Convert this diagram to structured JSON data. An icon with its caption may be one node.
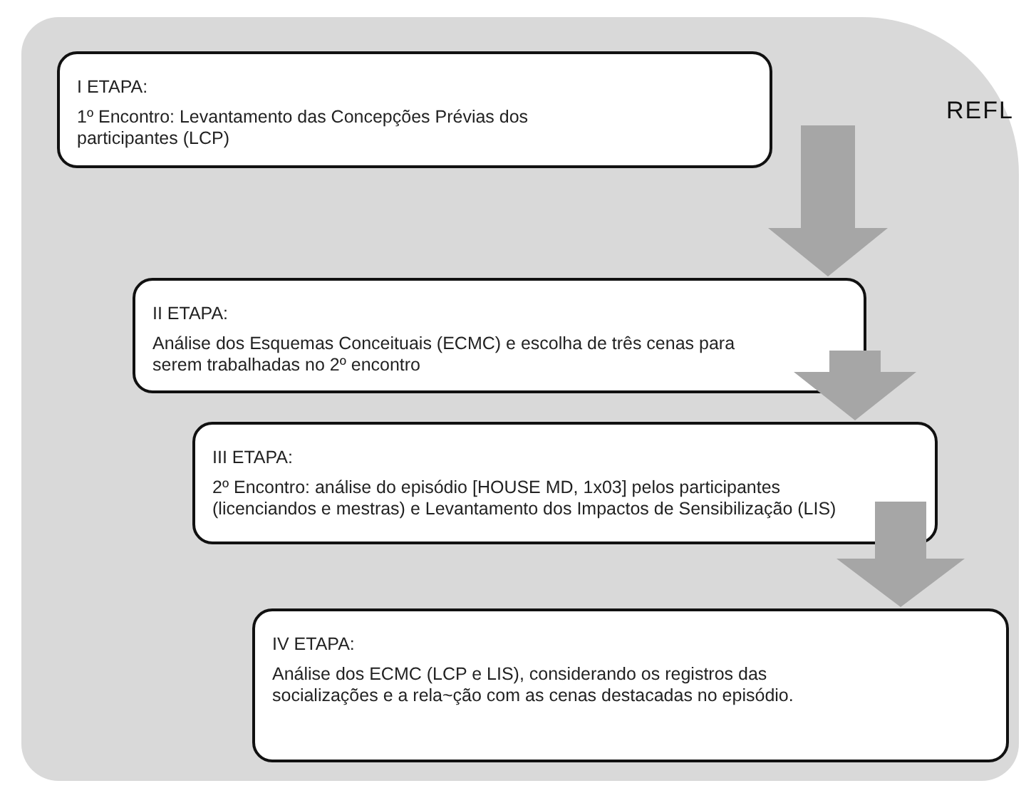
{
  "diagram": {
    "nodes": [
      {
        "text": [
          "I ETAPA:",
          "1º Encontro: Levantamento das Concepções Prévias dos participantes (LCP)"
        ]
      },
      {
        "text": [
          "II ETAPA:",
          "Análise dos Esquemas Conceituais (ECMC) e escolha de três cenas para serem trabalhadas no 2º encontro"
        ]
      },
      {
        "text": [
          "III ETAPA:",
          "2º Encontro: análise do episódio [HOUSE MD, 1x03] pelos participantes (licenciandos e mestras) e Levantamento dos Impactos de Sensibilização (LIS)"
        ]
      },
      {
        "text": [
          "IV ETAPA:",
          "Análise dos ECMC (LCP e LIS), considerando os registros das  socializações e a rela~ção com as cenas destacadas no episódio."
        ]
      }
    ],
    "edges": [
      {
        "from": 0,
        "to": 1,
        "arrow": "to"
      },
      {
        "from": 1,
        "to": 2,
        "arrow": "to"
      },
      {
        "from": 2,
        "to": 3,
        "arrow": "to"
      }
    ],
    "labels": [
      "REFL"
    ]
  }
}
